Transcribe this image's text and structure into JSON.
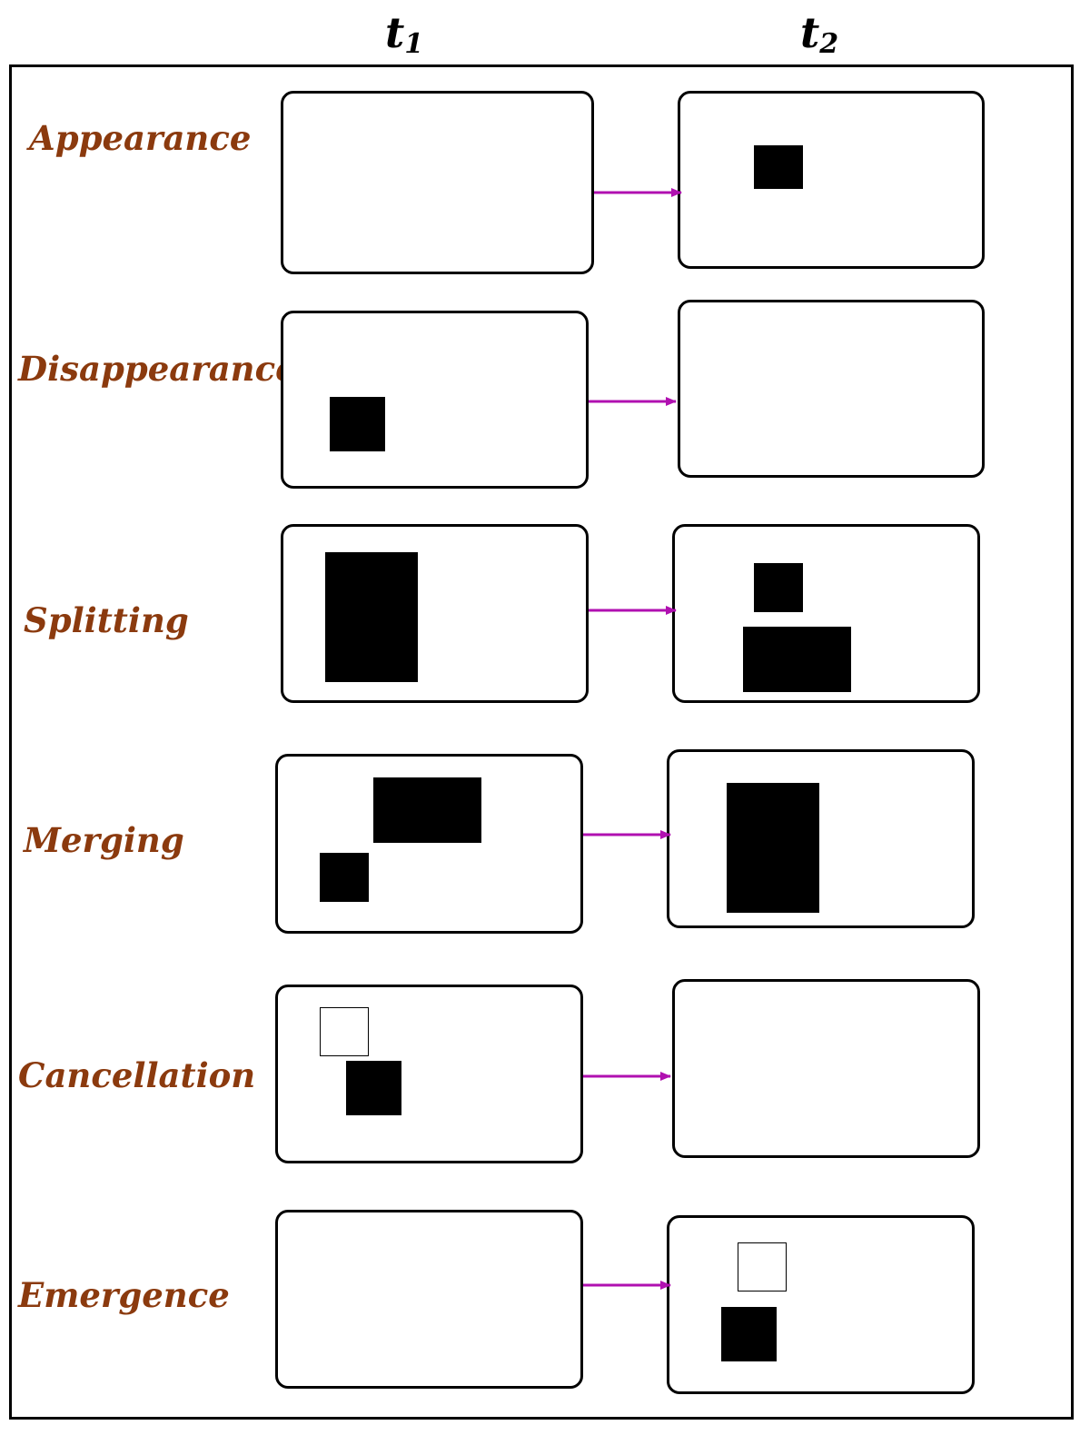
{
  "columns": {
    "t1": {
      "base": "t",
      "sub": "1"
    },
    "t2": {
      "base": "t",
      "sub": "2"
    }
  },
  "colors": {
    "label": "#8b3a0e",
    "arrow": "#b010b0",
    "blob": "#000000",
    "border": "#000000"
  },
  "rows": [
    {
      "label": "Appearance"
    },
    {
      "label": "Disappearance"
    },
    {
      "label": "Splitting"
    },
    {
      "label": "Merging"
    },
    {
      "label": "Cancellation"
    },
    {
      "label": "Emergence"
    }
  ]
}
